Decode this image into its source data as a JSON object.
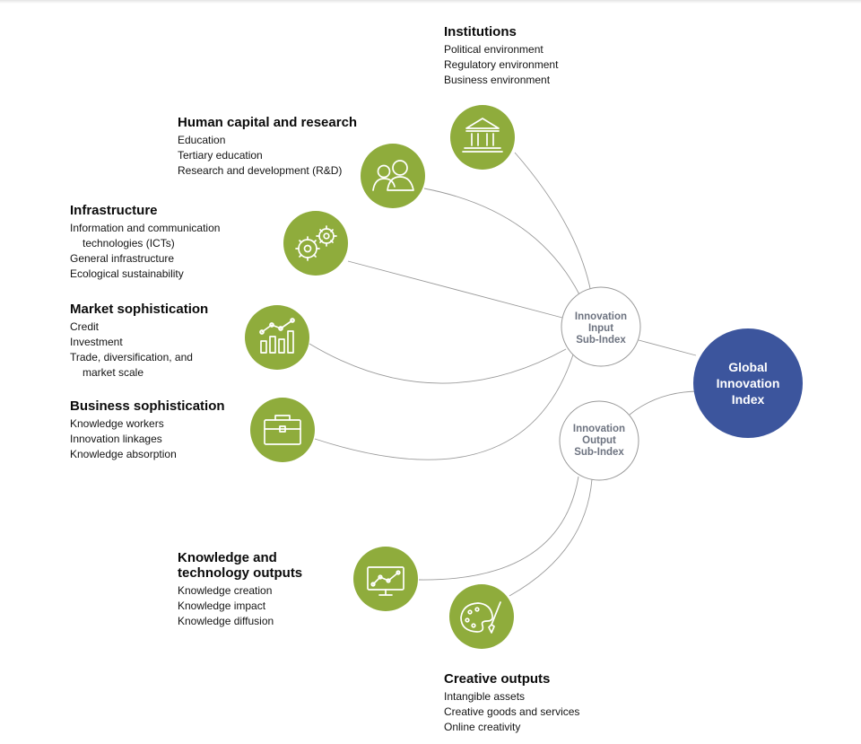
{
  "center": {
    "lines": [
      "Global",
      "Innovation",
      "Index"
    ]
  },
  "input_sub_index": {
    "lines": [
      "Innovation",
      "Input",
      "Sub-Index"
    ]
  },
  "output_sub_index": {
    "lines": [
      "Innovation",
      "Output",
      "Sub-Index"
    ]
  },
  "pillars": [
    {
      "title_lines": [
        "Institutions"
      ],
      "items": [
        "Political environment",
        "Regulatory environment",
        "Business environment"
      ],
      "icon": "institution-building-icon"
    },
    {
      "title_lines": [
        "Human capital and research"
      ],
      "items": [
        "Education",
        "Tertiary education",
        "Research and development (R&D)"
      ],
      "icon": "people-icon"
    },
    {
      "title_lines": [
        "Infrastructure"
      ],
      "items": [
        "Information and communication",
        "technologies (ICTs)",
        "General infrastructure",
        "Ecological sustainability"
      ],
      "icon": "gears-icon"
    },
    {
      "title_lines": [
        "Market sophistication"
      ],
      "items": [
        "Credit",
        "Investment",
        "Trade, diversification, and",
        "market scale"
      ],
      "icon": "bar-chart-trend-icon"
    },
    {
      "title_lines": [
        "Business sophistication"
      ],
      "items": [
        "Knowledge workers",
        "Innovation linkages",
        "Knowledge absorption"
      ],
      "icon": "briefcase-icon"
    },
    {
      "title_lines": [
        "Knowledge and",
        "technology outputs"
      ],
      "items": [
        "Knowledge creation",
        "Knowledge impact",
        "Knowledge diffusion"
      ],
      "icon": "monitor-chart-icon"
    },
    {
      "title_lines": [
        "Creative outputs"
      ],
      "items": [
        "Intangible assets",
        "Creative goods and services",
        "Online creativity"
      ],
      "icon": "palette-brush-icon"
    }
  ],
  "colors": {
    "pillar_circle": "#8fac3c",
    "gii_circle": "#3c559d",
    "sub_index_text": "#6d7380",
    "connector": "#9a9a9a"
  }
}
